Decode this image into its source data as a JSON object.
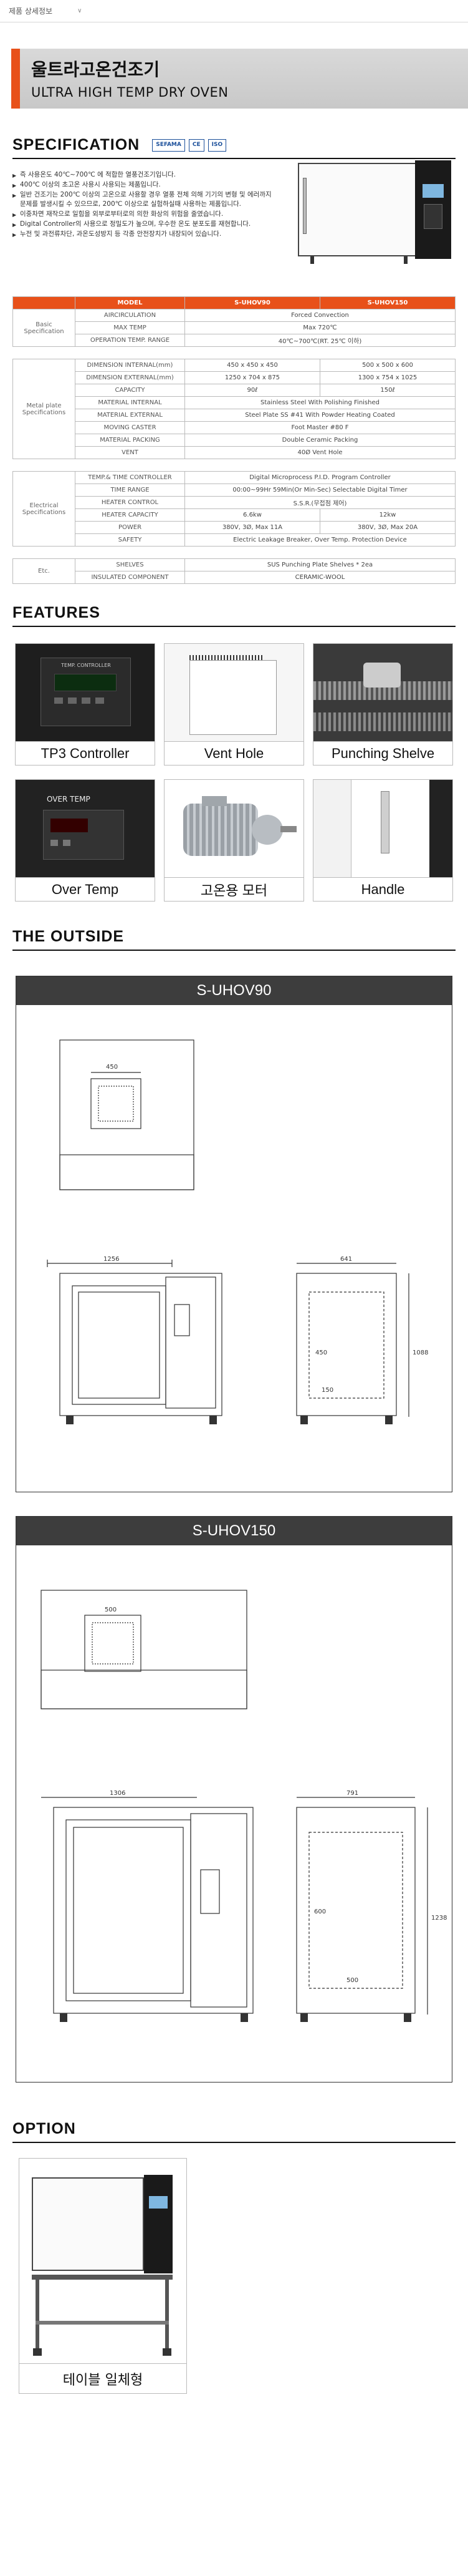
{
  "topbar": {
    "tab": "제품 상세정보",
    "chevron": "∨"
  },
  "title": {
    "ko": "울트라고온건조기",
    "en": "ULTRA HIGH TEMP DRY OVEN"
  },
  "spec": {
    "heading": "SPECIFICATION",
    "badges": [
      "SEFAMA",
      "CE",
      "ISO"
    ],
    "bullets": [
      "즉 사용온도 40℃~700℃ 에 적합한 열풍건조기입니다.",
      "400℃ 이상의 초고온 사용시 사용되는 제품입니다.",
      "일반 건조기는 200℃ 이상의 고온으로 사용할 경우 열풍 전체 의해 기기의 변형 및 에러까지 문제를 발생시킬 수 있으므로, 200℃ 이상으로 실험하실때 사용하는 제품입니다.",
      "이중차면 재작으로 일힘을 외부로부터로의 의한 화상의 위험을 줄였습니다.",
      "Digital Controller의 사용으로 정밀도가 높으며, 우수한 온도 분포도를 재현합니다.",
      "누전 및 과전류차단, 과온도성방지 등 각종 안전장치가 내장되어 있습니다."
    ]
  },
  "table": {
    "head": {
      "model": "MODEL",
      "m1": "S-UHOV90",
      "m2": "S-UHOV150"
    },
    "groups": [
      {
        "name": "Basic Specification",
        "rows": [
          {
            "label": "AIRCIRCULATION",
            "span": "Forced Convection"
          },
          {
            "label": "MAX TEMP",
            "span": "Max 720℃"
          },
          {
            "label": "OPERATION TEMP. RANGE",
            "span": "40℃~700℃(RT. 25℃ 이하)"
          }
        ]
      },
      {
        "name": "Metal plate Specifications",
        "rows": [
          {
            "label": "DIMENSION INTERNAL(mm)",
            "v1": "450 x 450 x 450",
            "v2": "500 x 500 x 600"
          },
          {
            "label": "DIMENSION EXTERNAL(mm)",
            "v1": "1250 x 704 x 875",
            "v2": "1300 x 754 x 1025"
          },
          {
            "label": "CAPACITY",
            "v1": "90ℓ",
            "v2": "150ℓ"
          },
          {
            "label": "MATERIAL INTERNAL",
            "span": "Stainless Steel With Polishing Finished"
          },
          {
            "label": "MATERIAL EXTERNAL",
            "span": "Steel Plate SS #41 With Powder Heating Coated"
          },
          {
            "label": "MOVING CASTER",
            "span": "Foot Master #80 F"
          },
          {
            "label": "MATERIAL PACKING",
            "span": "Double Ceramic Packing"
          },
          {
            "label": "VENT",
            "span": "40Ø Vent Hole"
          }
        ]
      },
      {
        "name": "Electrical Specifications",
        "rows": [
          {
            "label": "TEMP.& TIME CONTROLLER",
            "span": "Digital Microprocess P.I.D. Program Controller"
          },
          {
            "label": "TIME RANGE",
            "span": "00:00~99Hr 59Min(Or Min-Sec) Selectable Digital Timer"
          },
          {
            "label": "HEATER CONTROL",
            "span": "S.S.R.(무접점 제어)"
          },
          {
            "label": "HEATER CAPACITY",
            "v1": "6.6kw",
            "v2": "12kw"
          },
          {
            "label": "POWER",
            "v1": "380V, 3Ø, Max 11A",
            "v2": "380V, 3Ø, Max 20A"
          },
          {
            "label": "SAFETY",
            "span": "Electric Leakage Breaker, Over Temp. Protection Device"
          }
        ]
      },
      {
        "name": "Etc.",
        "rows": [
          {
            "label": "SHELVES",
            "span": "SUS Punching Plate Shelves * 2ea"
          },
          {
            "label": "INSULATED COMPONENT",
            "span": "CERAMIC-WOOL"
          }
        ]
      }
    ]
  },
  "features": {
    "heading": "FEATURES",
    "items": [
      {
        "caption": "TP3 Controller",
        "screen_text": "TEMP. CONTROLLER"
      },
      {
        "caption": "Vent Hole"
      },
      {
        "caption": "Punching Shelve"
      },
      {
        "caption": "Over Temp",
        "screen_text": "OVER TEMP"
      },
      {
        "caption": "고온용 모터"
      },
      {
        "caption": "Handle"
      }
    ]
  },
  "outside": {
    "heading": "THE OUTSIDE",
    "models": [
      {
        "name": "S-UHOV90",
        "d_top": "450",
        "d_width": "1256",
        "d_depth": "641",
        "d_height": "1088",
        "d_inner_h": "450",
        "d_inner_w": "150"
      },
      {
        "name": "S-UHOV150",
        "d_top": "500",
        "d_width": "1306",
        "d_depth": "791",
        "d_height": "1238",
        "d_inner_h": "600",
        "d_inner_w": "500"
      }
    ]
  },
  "option": {
    "heading": "OPTION",
    "caption": "테이블 일체형"
  },
  "colors": {
    "accent": "#e8511a",
    "dark": "#3d3d3d"
  }
}
